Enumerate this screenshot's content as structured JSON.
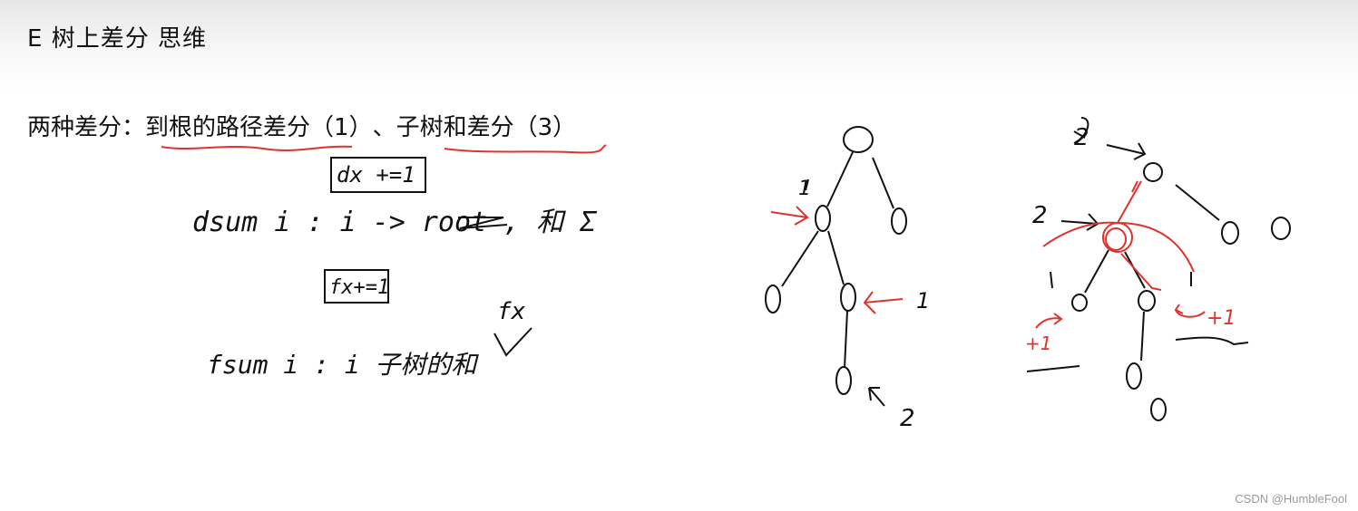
{
  "slide": {
    "title": "E  树上差分  思维",
    "subtitle_prefix": "两种差分：",
    "kind1": "到根的路径差分",
    "kind1_num": "（1）",
    "sep": "、",
    "kind2": "子树和差分",
    "kind2_num": "（3）"
  },
  "handwriting": {
    "box1": "dx +=1",
    "dsum_line": "dsum i : i -> root , 和 Σ",
    "box2": "fx+=1",
    "fx_label": "fx",
    "fsum_line": "fsum i : i 子树的和"
  },
  "tree_labels": {
    "t1_left": "1",
    "t1_mid": "1",
    "t1_bottom": "2",
    "t2_top": "2",
    "t2_left": "2",
    "t2_plus_left": "+1",
    "t2_plus_right": "+1"
  },
  "watermark": "CSDN @HumbleFool",
  "colors": {
    "ink": "#111111",
    "red": "#e0322e"
  }
}
